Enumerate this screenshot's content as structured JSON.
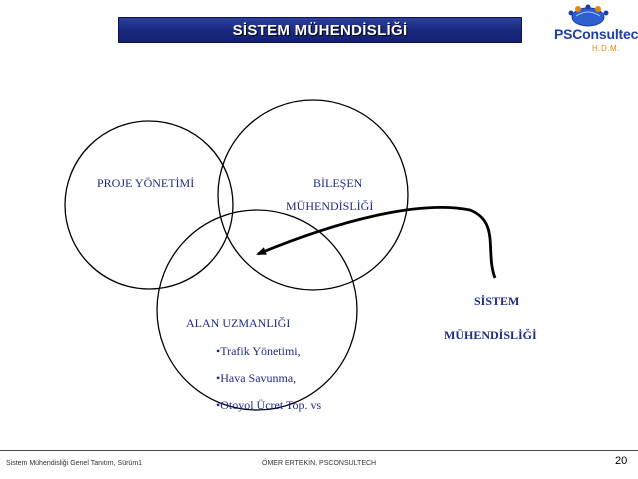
{
  "header": {
    "title": "SİSTEM MÜHENDİSLİĞİ"
  },
  "logo": {
    "name": "PSConsultech",
    "sub": "H.D.M."
  },
  "diagram": {
    "circles": {
      "project": "PROJE YÖNETİMİ",
      "component_line1": "BİLEŞEN",
      "component_line2": "MÜHENDİSLİĞİ",
      "domain": "ALAN UZMANLIĞI"
    },
    "domain_items": [
      "•Trafik Yönetimi,",
      "•Hava Savunma,",
      "•Otoyol Ücret Top. vs"
    ],
    "external_label_line1": "SİSTEM",
    "external_label_line2": "MÜHENDİSLİĞİ"
  },
  "footer": {
    "left": "Sistem Mühendisliği Genel Tanıtım, Sürüm1",
    "center": "ÖMER ERTEKİN, PSCONSULTECH",
    "page": "20"
  },
  "colors": {
    "title_bar": "#1a2a80",
    "label_text": "#1d2b8a",
    "logo_blue": "#1f3ea8",
    "logo_orange": "#e08a00"
  }
}
